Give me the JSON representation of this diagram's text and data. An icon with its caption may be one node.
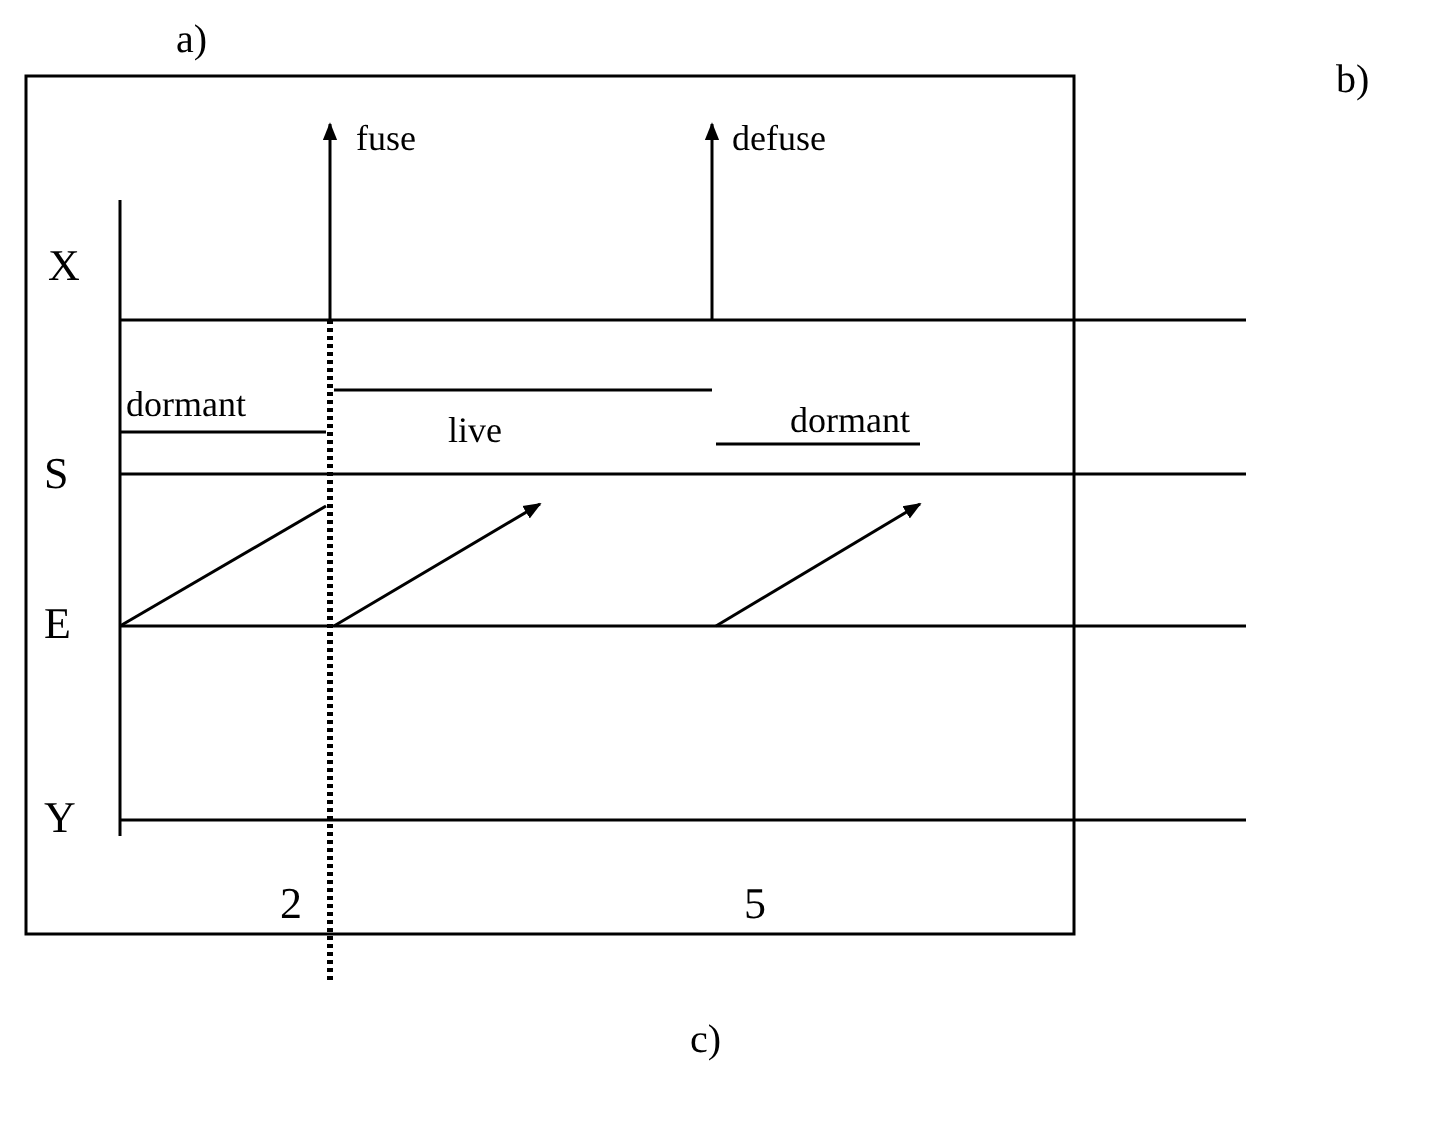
{
  "diagram": {
    "labels": [
      "a)",
      "b)",
      "fuse",
      "defuse",
      "X",
      "dormant",
      "live",
      "dormant",
      "S",
      "E",
      "Y",
      "2",
      "5",
      "c)"
    ]
  }
}
